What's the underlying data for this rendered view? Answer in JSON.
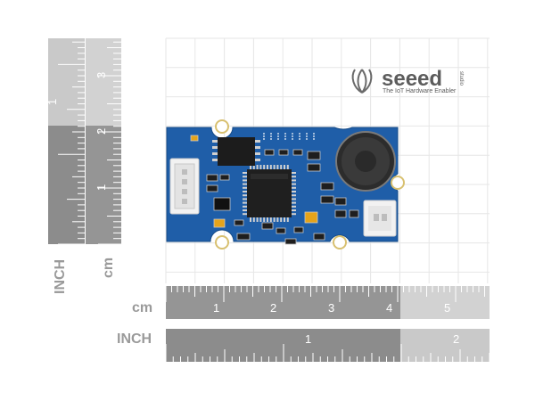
{
  "brand": {
    "name": "seeed",
    "suffix": "studio",
    "tagline": "The IoT Hardware Enabler",
    "color": "#5c5c5c"
  },
  "rulers": {
    "vertical_cm_numbers": [
      "1",
      "2",
      "3"
    ],
    "vertical_cm_label": "cm",
    "vertical_inch_numbers": [
      "1"
    ],
    "vertical_inch_label": "INCH",
    "horizontal_cm_label": "cm",
    "horizontal_cm_numbers": [
      "1",
      "2",
      "3",
      "4",
      "5"
    ],
    "horizontal_inch_label": "INCH",
    "horizontal_inch_numbers": [
      "1",
      "2"
    ],
    "dark_color": "#8c8c8c",
    "light_color": "#c8c8c8"
  },
  "board": {
    "pcb_color": "#1f5ea8",
    "silk_color": "#ffffff"
  }
}
